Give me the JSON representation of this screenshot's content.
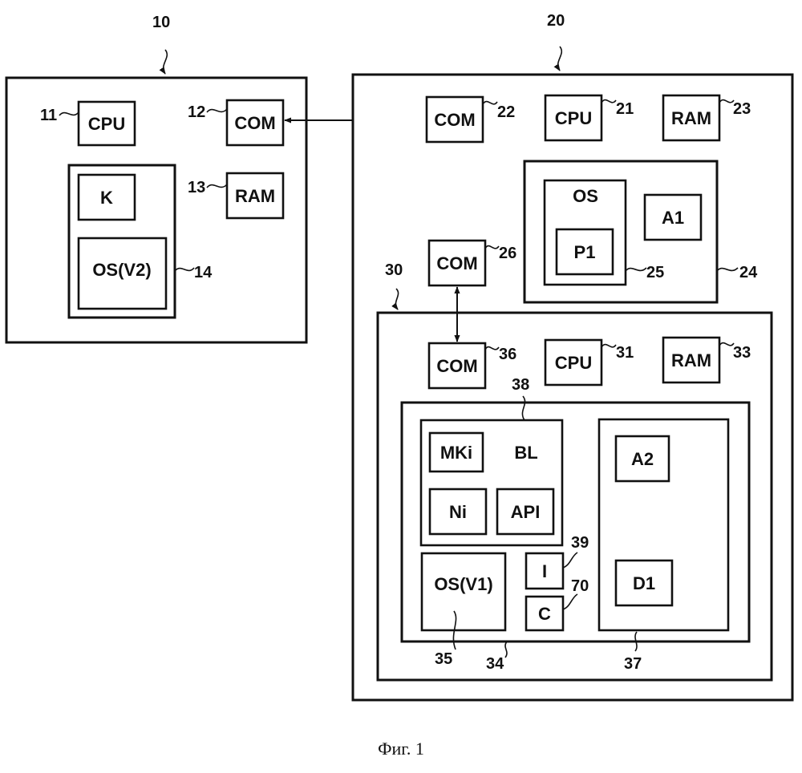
{
  "labels": {
    "cpu": "CPU",
    "com": "COM",
    "ram": "RAM",
    "k": "K",
    "os_v2": "OS(V2)",
    "os": "OS",
    "p1": "P1",
    "a1": "A1",
    "mki": "MKi",
    "bl": "BL",
    "ni": "Ni",
    "api": "API",
    "os_v1": "OS(V1)",
    "i": "I",
    "c": "C",
    "a2": "A2",
    "d1": "D1"
  },
  "refs": {
    "r10": "10",
    "r11": "11",
    "r12": "12",
    "r13": "13",
    "r14": "14",
    "r20": "20",
    "r21": "21",
    "r22": "22",
    "r23": "23",
    "r24": "24",
    "r25": "25",
    "r26": "26",
    "r30": "30",
    "r31": "31",
    "r33": "33",
    "r34": "34",
    "r35": "35",
    "r36": "36",
    "r37": "37",
    "r38": "38",
    "r39": "39",
    "r70": "70"
  },
  "caption": "Фиг. 1"
}
